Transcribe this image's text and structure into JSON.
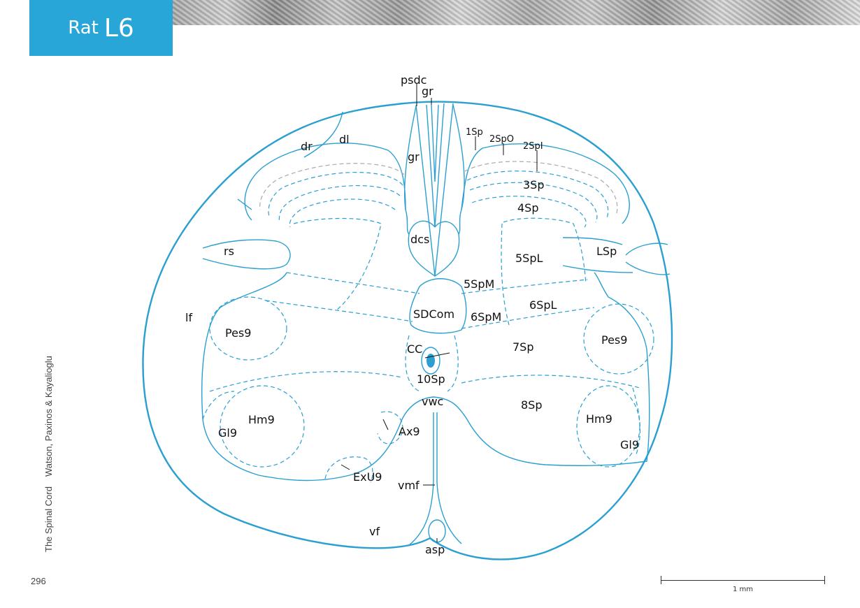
{
  "header": {
    "species": "Rat",
    "level": "L6"
  },
  "sidebar_credit": {
    "title": "The Spinal Cord",
    "authors": "Watson, Paxinos & Kayalioglu"
  },
  "page_number": "296",
  "scale_bar": {
    "label": "1 mm"
  },
  "labels": {
    "psdc": "psdc",
    "gr_top": "gr",
    "gr": "gr",
    "dr": "dr",
    "dl": "dl",
    "sp1": "1Sp",
    "sp2o": "2SpO",
    "sp2i": "2SpI",
    "sp3": "3Sp",
    "sp4": "4Sp",
    "dcs": "dcs",
    "rs": "rs",
    "lsp": "LSp",
    "sp5l": "5SpL",
    "sp5m": "5SpM",
    "sdcom": "SDCom",
    "sp6m": "6SpM",
    "sp6l": "6SpL",
    "lf": "lf",
    "pes9_left": "Pes9",
    "pes9_right": "Pes9",
    "cc": "CC",
    "sp7": "7Sp",
    "sp10": "10Sp",
    "vwc": "vwc",
    "sp8": "8Sp",
    "hm9_left": "Hm9",
    "hm9_right": "Hm9",
    "gl9_left": "Gl9",
    "gl9_right": "Gl9",
    "ax9": "Ax9",
    "exu9": "ExU9",
    "vmf": "vmf",
    "vf": "vf",
    "asp": "asp"
  },
  "colors": {
    "tab": "#29a6d8",
    "outline": "#2b9fd1",
    "central_canal": "#2b9fd1"
  }
}
